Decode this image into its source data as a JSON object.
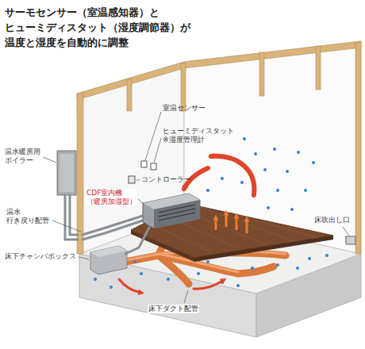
{
  "diagram": {
    "title": "サーモセンサー（室温感知器）と ヒューミディスタット（湿度調節器）が 温度と湿度を自動的に調整",
    "labels": [
      "温水暖房用 ボイラー",
      "室温センサー",
      "ヒューミディスタット ※湿度管理計",
      "コントローラー",
      "CDF室内機 （暖房加湿型）",
      "温水 行き戻り配管",
      "床吹出し口",
      "床下チャンバボックス",
      "床下ダクト配管"
    ]
  }
}
